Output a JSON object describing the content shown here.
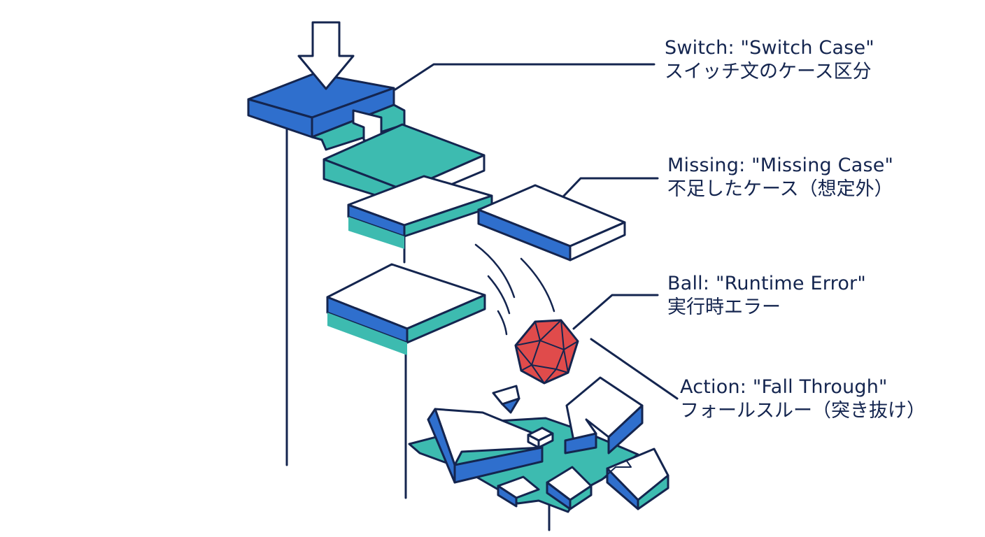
{
  "colors": {
    "stroke": "#14254f",
    "blue": "#2f6fcd",
    "teal": "#3dbbb0",
    "white": "#ffffff",
    "ball": "#e04b4b"
  },
  "icons": {
    "entry": "down-arrow-icon",
    "error": "icosahedron-ball-icon"
  },
  "labels": {
    "switch": {
      "en": "Switch: \"Switch Case\"",
      "ja": "スイッチ文のケース区分"
    },
    "missing": {
      "en": "Missing: \"Missing Case\"",
      "ja": "不足したケース（想定外）"
    },
    "ball": {
      "en": "Ball: \"Runtime Error\"",
      "ja": "実行時エラー"
    },
    "action": {
      "en": "Action: \"Fall Through\"",
      "ja": "フォールスルー（突き抜け）"
    }
  }
}
